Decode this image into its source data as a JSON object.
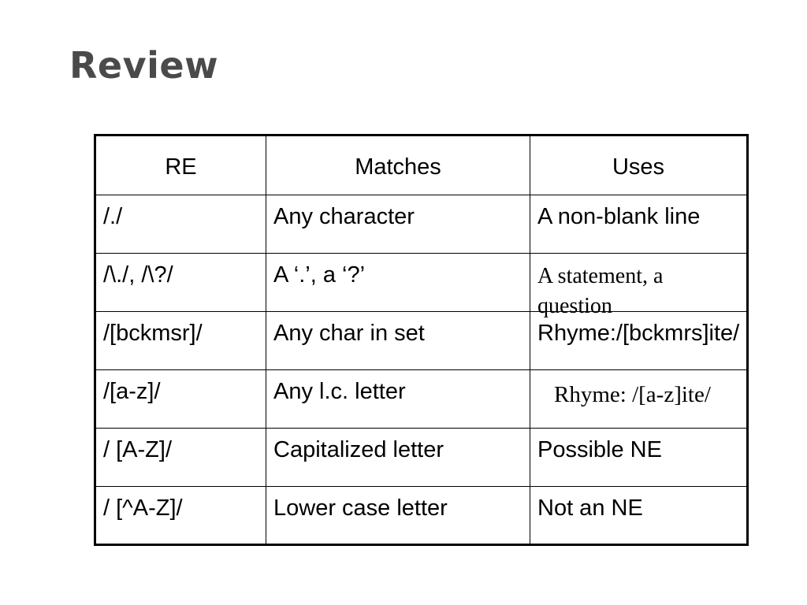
{
  "title": "Review",
  "table": {
    "headers": [
      "RE",
      "Matches",
      "Uses"
    ],
    "rows": [
      {
        "re": "/./",
        "matches": "Any character",
        "uses": "A non-blank line"
      },
      {
        "re": "/\\./, /\\?/",
        "matches": "A ‘.’, a ‘?’",
        "uses": "A statement, a question"
      },
      {
        "re": "/[bckmsr]/",
        "matches": "Any char in set",
        "uses": "Rhyme:/[bckmrs]ite/"
      },
      {
        "re": "/[a-z]/",
        "matches": "Any l.c. letter",
        "uses": "Rhyme: /[a-z]ite/"
      },
      {
        "re": "/ [A-Z]/",
        "matches": "Capitalized letter",
        "uses": "Possible NE"
      },
      {
        "re": "/ [^A-Z]/",
        "matches": "Lower case letter",
        "uses": "Not an NE"
      }
    ]
  }
}
